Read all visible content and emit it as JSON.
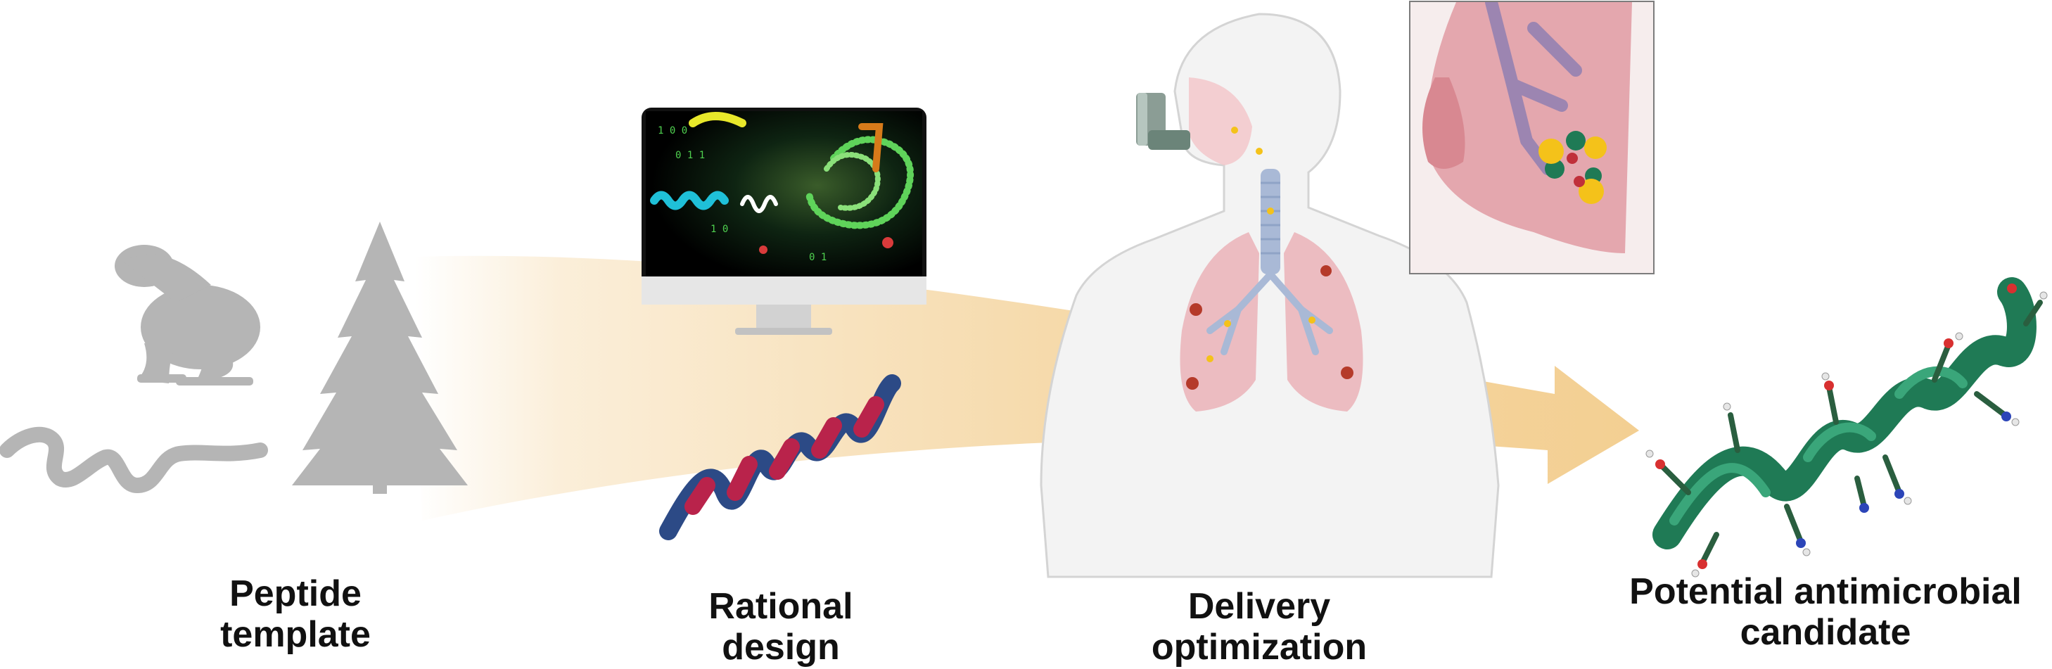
{
  "stages": [
    {
      "id": "template",
      "line1": "Peptide",
      "line2": "template"
    },
    {
      "id": "design",
      "line1": "Rational",
      "line2": "design"
    },
    {
      "id": "delivery",
      "line1": "Delivery",
      "line2": "optimization"
    },
    {
      "id": "candidate",
      "line1": "Potential antimicrobial",
      "line2": "candidate"
    }
  ],
  "colors": {
    "arrow": "#f3cf92",
    "silhouette": "#b5b5b5",
    "helix_blue": "#2c4a86",
    "helix_red": "#b9234b",
    "body_fill": "#f3f3f3",
    "lung_fill": "#e9a9b0",
    "peptide_green": "#1f7a55",
    "particle_yellow": "#f4c21a"
  },
  "icons": [
    "frog-icon",
    "snake-icon",
    "tree-icon",
    "computer-monitor-icon",
    "alpha-helix-icon",
    "inhaler-icon",
    "human-torso-icon",
    "lung-inset-icon",
    "peptide-structure-icon"
  ]
}
